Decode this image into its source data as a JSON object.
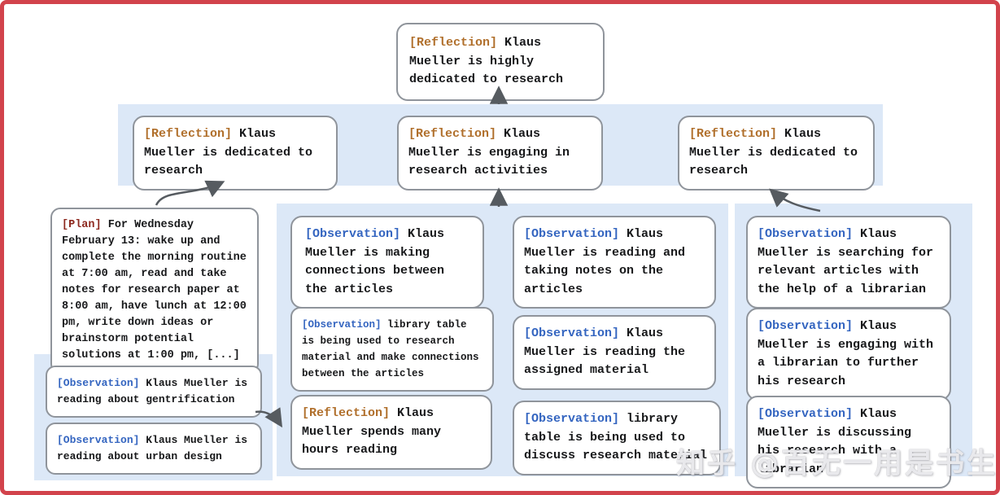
{
  "colors": {
    "frame_border": "#d2434c",
    "panel_bg": "#dce8f7",
    "node_border": "#8f949b",
    "reflection_tag": "#b06f2b",
    "observation_tag": "#3465c0",
    "plan_tag": "#8e2a20",
    "arrow": "#565b60"
  },
  "watermark": {
    "text": "知乎 @百无一用是书生"
  },
  "nodes": {
    "top": {
      "tag": "[Reflection]",
      "text": "Klaus Mueller is highly dedicated to research"
    },
    "band": [
      {
        "tag": "[Reflection]",
        "text": "Klaus Mueller is dedicated to research"
      },
      {
        "tag": "[Reflection]",
        "text": "Klaus Mueller is engaging in research activities"
      },
      {
        "tag": "[Reflection]",
        "text": "Klaus Mueller is dedicated to research"
      }
    ],
    "plan": {
      "tag": "[Plan]",
      "text": "For Wednesday February 13: wake up and complete the morning routine at 7:00 am, read and take notes for research paper at 8:00 am, have lunch at 12:00 pm, write down ideas or brainstorm potential solutions at 1:00 pm, [...]"
    },
    "middle": [
      {
        "tag": "[Observation]",
        "text": "Klaus Mueller is making connections between the articles"
      },
      {
        "tag": "[Observation]",
        "text": "Klaus Mueller is reading and taking notes on the articles"
      },
      {
        "tag": "[Observation]",
        "text": "library table is being used to research material and make connections between the articles"
      },
      {
        "tag": "[Observation]",
        "text": "Klaus Mueller is reading the assigned material"
      },
      {
        "tag": "[Reflection]",
        "text": "Klaus Mueller spends many hours reading"
      },
      {
        "tag": "[Observation]",
        "text": "library table is being used to discuss research material"
      }
    ],
    "right": [
      {
        "tag": "[Observation]",
        "text": "Klaus Mueller is searching for relevant articles with the help of a librarian"
      },
      {
        "tag": "[Observation]",
        "text": "Klaus Mueller is engaging with a librarian to further his research"
      },
      {
        "tag": "[Observation]",
        "text": "Klaus Mueller is discussing his research with a librarian"
      }
    ],
    "bottom_left": [
      {
        "tag": "[Observation]",
        "text": "Klaus Mueller is reading about gentrification"
      },
      {
        "tag": "[Observation]",
        "text": "Klaus Mueller is reading about urban design"
      }
    ]
  }
}
